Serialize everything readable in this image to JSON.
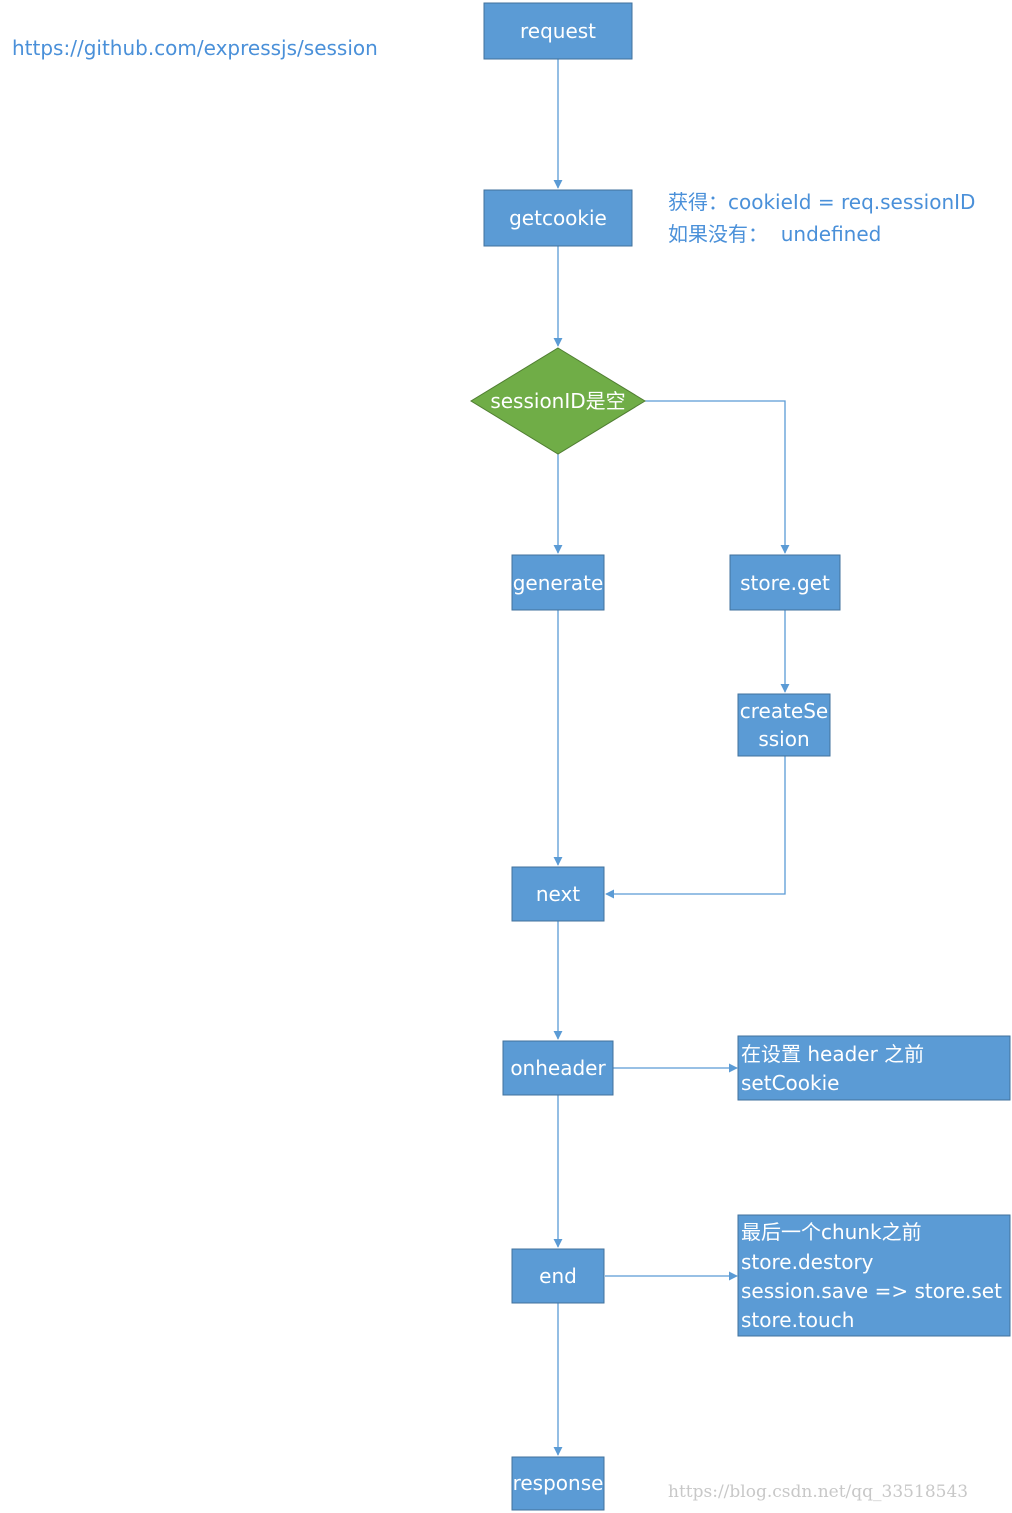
{
  "source_link": "https://github.com/expressjs/session",
  "watermark": "https://blog.csdn.net/qq_33518543",
  "colors": {
    "box_fill": "#5b9bd5",
    "box_stroke": "#41719c",
    "decision_fill": "#70ad47",
    "edge": "#5b9bd5",
    "note_text": "#4a90d9",
    "box_text": "#ffffff"
  },
  "nodes": {
    "request": "request",
    "getcookie": "getcookie",
    "decision": "sessionID是空",
    "generate": "generate",
    "store_get": "store.get",
    "create_session_line1": "createSe",
    "create_session_line2": "ssion",
    "next": "next",
    "onheader": "onheader",
    "end": "end",
    "response": "response"
  },
  "annotations": {
    "getcookie_note_line1": "获得：cookieId = req.sessionID",
    "getcookie_note_line2": "如果没有：  undefined",
    "onheader_note_line1": "在设置 header 之前",
    "onheader_note_line2": "setCookie",
    "end_note_line1": "最后一个chunk之前",
    "end_note_line2": "store.destory",
    "end_note_line3": "session.save => store.set",
    "end_note_line4": "store.touch"
  }
}
